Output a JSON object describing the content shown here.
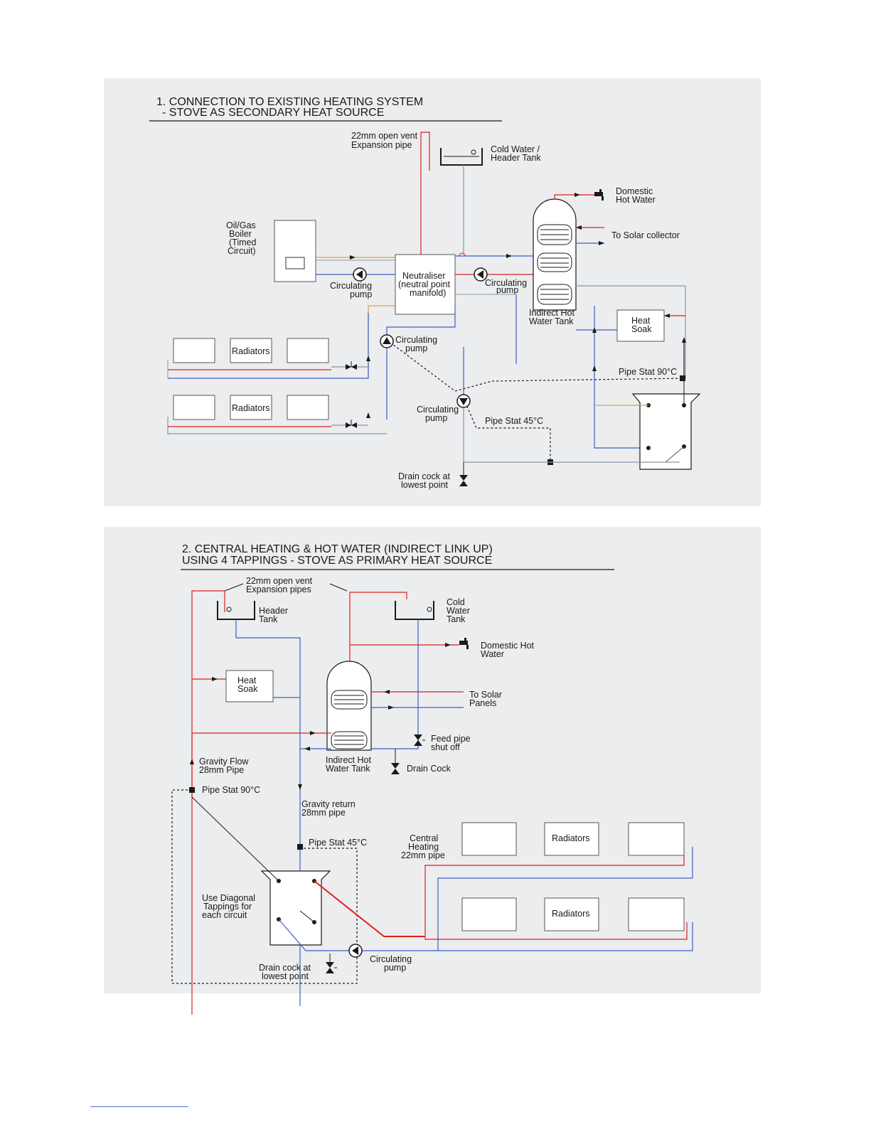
{
  "colors": {
    "flow": "#e0201c",
    "return": "#3b5fc4",
    "grey": "#8a96a6",
    "orange": "#e0a040",
    "line": "#1a1a1a",
    "panel": "#ecedef"
  },
  "diagram1": {
    "title_line1": "1.  CONNECTION TO EXISTING HEATING SYSTEM",
    "title_line2": "- STOVE AS SECONDARY HEAT SOURCE",
    "vent": [
      "22mm open vent",
      "Expansion pipe"
    ],
    "cold_tank": [
      "Cold Water /",
      "Header Tank"
    ],
    "domestic": [
      "Domestic",
      "Hot Water"
    ],
    "solar": "To Solar collector",
    "boiler": [
      "Oil/Gas",
      "Boiler",
      "(Timed",
      "Circuit)"
    ],
    "neutraliser": [
      "Neutraliser",
      "(neutral point",
      "manifold)"
    ],
    "pump_left": [
      "Circulating",
      "pump"
    ],
    "pump_right": [
      "Circulating",
      "pump"
    ],
    "pump_mid": [
      "Circulating",
      "pump"
    ],
    "pump_low": [
      "Circulating",
      "pump"
    ],
    "cylinder": [
      "Indirect Hot",
      "Water Tank"
    ],
    "heat_soak": [
      "Heat",
      "Soak"
    ],
    "radiators_a": "Radiators",
    "radiators_b": "Radiators",
    "pipe_stat_90": "Pipe Stat 90°C",
    "pipe_stat_45": "Pipe Stat 45°C",
    "drain": [
      "Drain cock at",
      "lowest point"
    ]
  },
  "diagram2": {
    "title_line1": "2.  CENTRAL HEATING & HOT WATER (INDIRECT LINK UP)",
    "title_line2": "USING 4 TAPPINGS - STOVE AS PRIMARY HEAT SOURCE",
    "vent": [
      "22mm open vent",
      "Expansion pipes"
    ],
    "header_tank": [
      "Header",
      "Tank"
    ],
    "cold_tank": [
      "Cold",
      "Water",
      "Tank"
    ],
    "domestic": [
      "Domestic Hot",
      "Water"
    ],
    "heat_soak": [
      "Heat",
      "Soak"
    ],
    "solar": [
      "To Solar",
      "Panels"
    ],
    "feed": [
      "Feed pipe",
      "shut off"
    ],
    "cylinder": [
      "Indirect Hot",
      "Water Tank"
    ],
    "drain_cock": "Drain Cock",
    "gravity_flow": [
      "Gravity Flow",
      "28mm Pipe"
    ],
    "pipe_stat_90": "Pipe Stat 90°C",
    "gravity_return": [
      "Gravity return",
      "28mm pipe"
    ],
    "pipe_stat_45": "Pipe Stat 45°C",
    "central_heating": [
      "Central",
      "Heating",
      "22mm pipe"
    ],
    "radiators_a": "Radiators",
    "radiators_b": "Radiators",
    "diagonal": [
      "Use Diagonal",
      "Tappings for",
      "each circuit"
    ],
    "pump": [
      "Circulating",
      "pump"
    ],
    "drain": [
      "Drain cock at",
      "lowest point"
    ]
  }
}
